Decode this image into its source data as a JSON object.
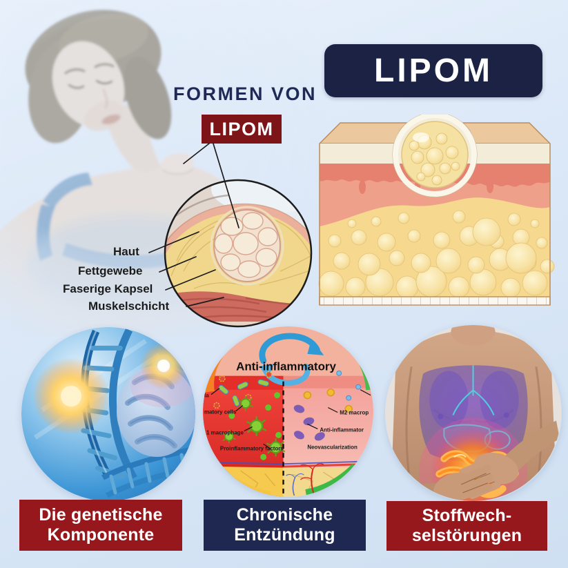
{
  "poster": {
    "background_top": "#eaf2fc",
    "background_bottom": "#cfe0f2"
  },
  "colors": {
    "navy": "#1e2850",
    "dark_navy_badge": "#1b2243",
    "maroon_badge": "#7d1417",
    "red_badge": "#96181c",
    "heading_text": "#1e2a55",
    "label_text": "#1b1b1b"
  },
  "header": {
    "kicker": "FORMEN VON",
    "kicker_badge": "LIPOM",
    "main_badge": "LIPOM"
  },
  "anatomy": {
    "labels": [
      "Haut",
      "Fettgewebe",
      "Faserige Kapsel",
      "Muskelschicht"
    ]
  },
  "inflammation_diagram": {
    "title": "Anti-inflammatory",
    "left_labels": [
      "la",
      "matory cells",
      "1 macrophage",
      "Proinflammatory factors"
    ],
    "right_labels": [
      "M2 macrop",
      "Anti-inflammator",
      "Neovascularization"
    ]
  },
  "causes": [
    {
      "line1": "Die genetische",
      "line2": "Komponente",
      "style": "red",
      "image": "dna-and-brain"
    },
    {
      "line1": "Chronische",
      "line2": "Entzündung",
      "style": "navy",
      "image": "inflammation-diagram"
    },
    {
      "line1": "Stoffwech-",
      "line2": "selstörungen",
      "style": "red",
      "image": "torso-metabolism"
    }
  ]
}
